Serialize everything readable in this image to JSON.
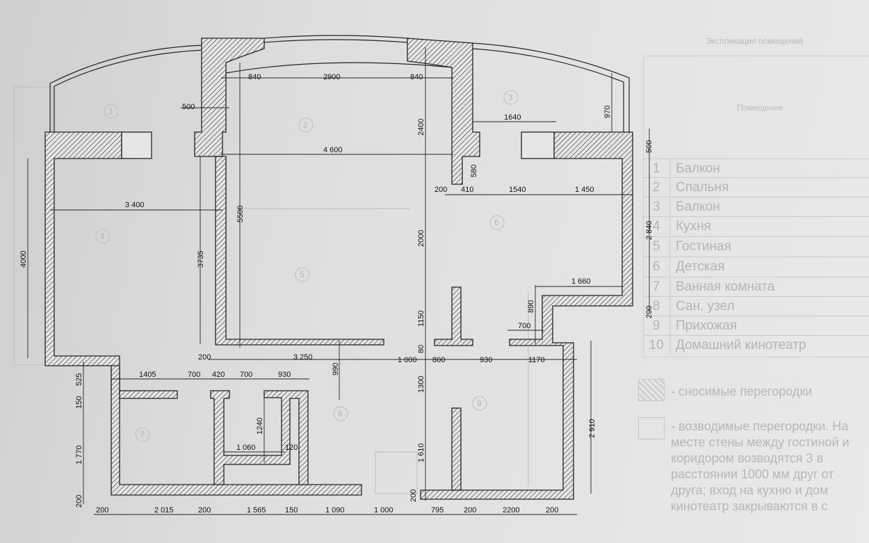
{
  "legend": {
    "title": "Экспликация помещений",
    "column_header": "Помещение",
    "rooms": [
      {
        "n": "1",
        "name": "Балкон"
      },
      {
        "n": "2",
        "name": "Спальня"
      },
      {
        "n": "3",
        "name": "Балкон"
      },
      {
        "n": "4",
        "name": "Кухня"
      },
      {
        "n": "5",
        "name": "Гостиная"
      },
      {
        "n": "6",
        "name": "Детская"
      },
      {
        "n": "7",
        "name": "Ванная комната"
      },
      {
        "n": "8",
        "name": "Сан. узел"
      },
      {
        "n": "9",
        "name": "Прихожая"
      },
      {
        "n": "10",
        "name": "Домашний кинотеатр"
      }
    ],
    "notes": [
      "- сносимые перегородки",
      "- возводимые перегородки. На",
      "месте стены между гостиной и",
      "коридором возводятся 3 в",
      "расстоянии 1000 мм друг от",
      "друга; вход на кухню и дом",
      "кинотеатр закрываются в с"
    ]
  },
  "room_numbers": [
    "1",
    "2",
    "3",
    "4",
    "5",
    "6",
    "7",
    "8",
    "9"
  ],
  "dims": [
    "840",
    "2900",
    "840",
    "500",
    "2400",
    "1640",
    "970",
    "4 600",
    "580",
    "200",
    "410",
    "1540",
    "1 450",
    "500",
    "3 400",
    "5500",
    "3735",
    "4000",
    "2000",
    "2 840",
    "1 660",
    "890",
    "700",
    "1150",
    "200",
    "200",
    "3 250",
    "1 000",
    "800",
    "930",
    "1170",
    "80",
    "990",
    "525",
    "1405",
    "700",
    "420",
    "700",
    "930",
    "150",
    "1240",
    "1 060",
    "120",
    "1 770",
    "1300",
    "1 610",
    "2 910",
    "200",
    "200",
    "2 015",
    "200",
    "1 565",
    "150",
    "1 090",
    "1 000",
    "795",
    "200",
    "2200",
    "200",
    "200"
  ]
}
